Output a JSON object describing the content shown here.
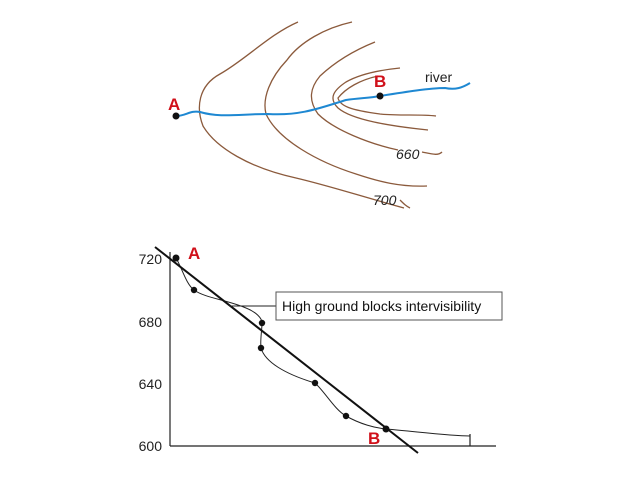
{
  "colors": {
    "contour": "#8B5A3C",
    "river": "#1E88D2",
    "point_label": "#D0101A",
    "ink": "#222222"
  },
  "map": {
    "point_a": "A",
    "point_b": "B",
    "river_label": "river",
    "contour_labels": [
      "660",
      "700"
    ]
  },
  "profile": {
    "point_a": "A",
    "point_b": "B",
    "y_ticks": [
      "720",
      "680",
      "640",
      "600"
    ],
    "callout": "High ground blocks intervisibility"
  }
}
